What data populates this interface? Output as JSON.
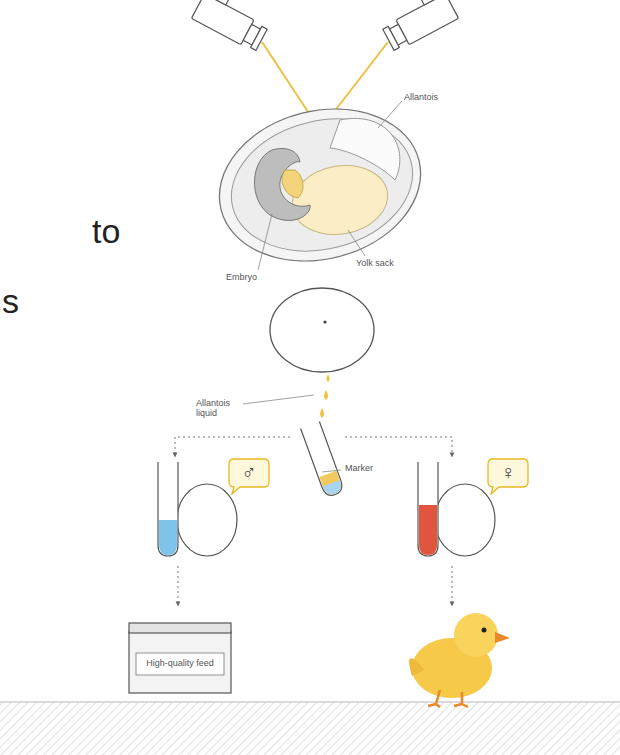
{
  "diagram": {
    "nodes": [
      {
        "text": [
          "♂"
        ]
      },
      {
        "text": [
          "♀"
        ]
      },
      {
        "text": [
          "High-quality feed"
        ]
      }
    ],
    "labels": [
      "Allantois",
      "Embryo",
      "Yolk sack",
      "Allantois liquid",
      "Marker",
      "to",
      "s"
    ]
  }
}
